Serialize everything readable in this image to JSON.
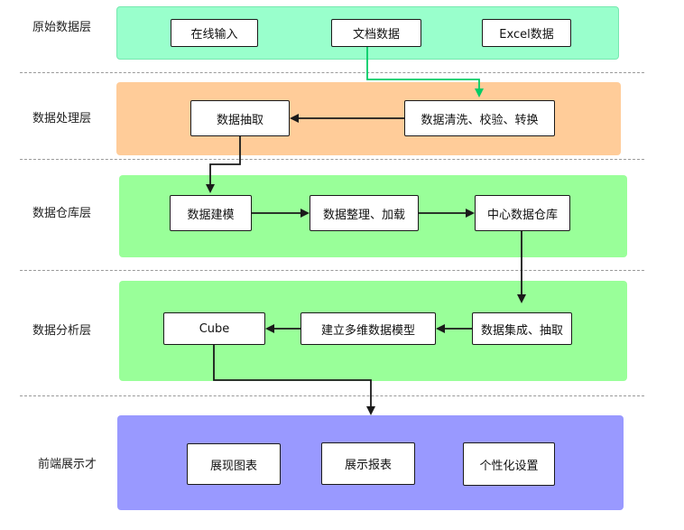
{
  "layers": {
    "raw": {
      "label": "原始数据层",
      "color": "#99ffcc",
      "border": "#77e8b0",
      "boxes": {
        "online": "在线输入",
        "docs": "文档数据",
        "excel": "Excel数据"
      }
    },
    "processing": {
      "label": "数据处理层",
      "color": "#ffcc99",
      "boxes": {
        "extract": "数据抽取",
        "clean": "数据清洗、校验、转换"
      }
    },
    "warehouse": {
      "label": "数据仓库层",
      "color": "#99ff99",
      "boxes": {
        "modeling": "数据建模",
        "organize": "数据整理、加载",
        "center": "中心数据仓库"
      }
    },
    "analysis": {
      "label": "数据分析层",
      "color": "#99ff99",
      "boxes": {
        "cube": "Cube",
        "model": "建立多维数据模型",
        "integrate": "数据集成、抽取"
      }
    },
    "frontend": {
      "label": "前端展示才",
      "color": "#9999ff",
      "boxes": {
        "charts": "展现图表",
        "reports": "展示报表",
        "personal": "个性化设置"
      }
    }
  },
  "colors": {
    "connector": "#1a1a1a",
    "raw_connector": "#00cc66",
    "divider": "#9a9a9a"
  }
}
